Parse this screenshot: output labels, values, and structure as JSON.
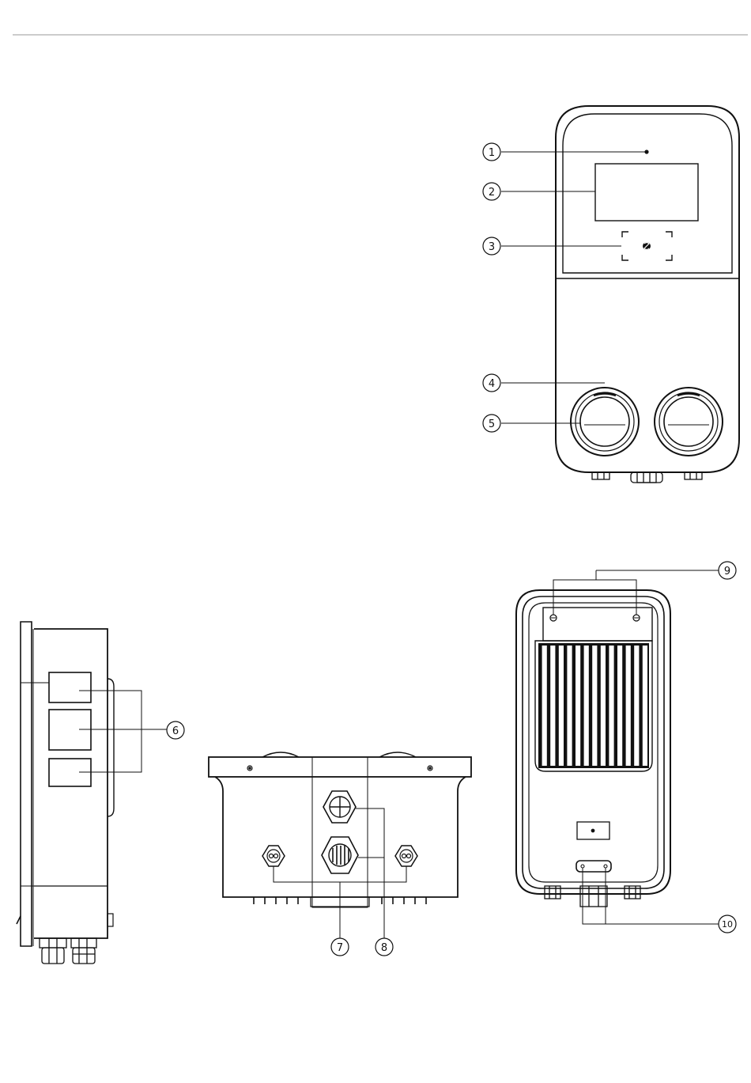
{
  "callouts": {
    "c1": "1",
    "c2": "2",
    "c3": "3",
    "c4": "4",
    "c5": "5",
    "c6": "6",
    "c7": "7",
    "c8": "8",
    "c9": "9",
    "c10": "10"
  },
  "colors": {
    "line": "#111111",
    "rule": "#999999",
    "background": "#ffffff"
  }
}
